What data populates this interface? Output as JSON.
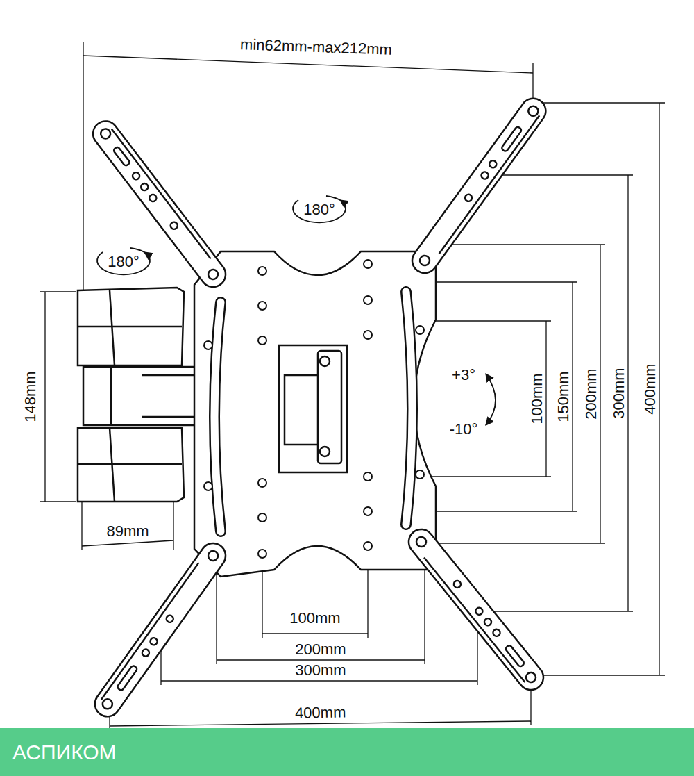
{
  "diagram": {
    "nodes": [
      {
        "text": [
          "АСПИКОМ"
        ]
      }
    ],
    "labels": [
      "min62mm-max212mm",
      "180°",
      "180°",
      "148mm",
      "89mm",
      "+3°",
      "-10°",
      "100mm",
      "150mm",
      "200mm",
      "300mm",
      "400mm",
      "100mm",
      "200mm",
      "300mm",
      "400mm"
    ]
  }
}
